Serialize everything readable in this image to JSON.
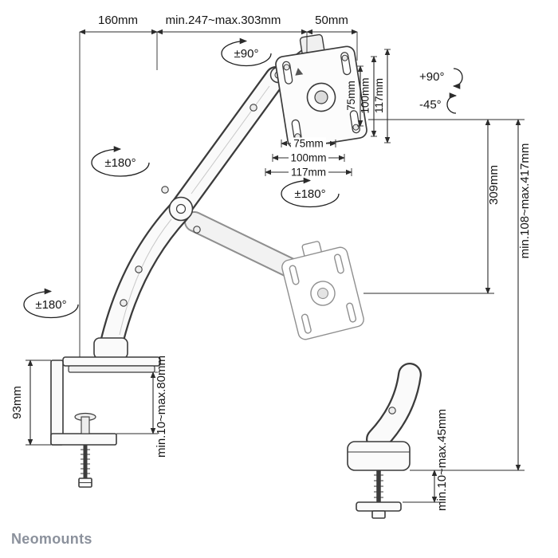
{
  "brand": "Neomounts",
  "dimensions": {
    "arm_segment": "160mm",
    "arm_reach": "min.247~max.303mm",
    "head_offset": "50mm",
    "vesa_side_75": "75mm",
    "vesa_side_100": "100mm",
    "vesa_side_117": "117mm",
    "vesa_bottom_75": "75mm",
    "vesa_bottom_100": "100mm",
    "vesa_bottom_117": "117mm",
    "vertical_travel": "309mm",
    "height_range": "min.108~max.417mm",
    "clamp_bracket_height": "93mm",
    "clamp_thickness_range": "min.10~max.80mm",
    "grommet_thickness_range": "min.10~max.45mm"
  },
  "rotations": {
    "head_swivel": "±90°",
    "elbow_swivel": "±180°",
    "vesa_rotate": "±180°",
    "base_swivel": "±180°",
    "tilt_up": "+90°",
    "tilt_down": "-45°"
  }
}
